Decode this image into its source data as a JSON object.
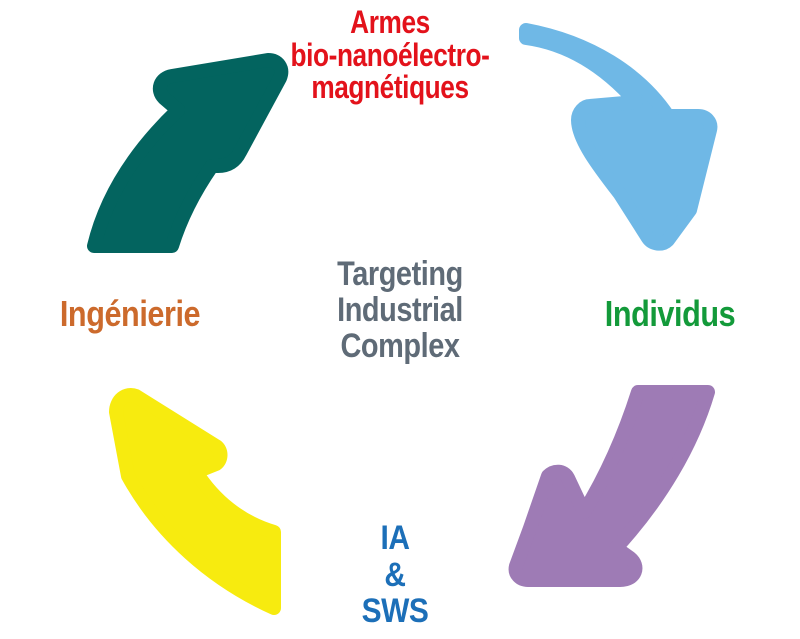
{
  "diagram": {
    "center": {
      "lines": [
        "Targeting",
        "Industrial",
        "Complex"
      ],
      "color": "#5f6b77"
    },
    "nodes": {
      "top": {
        "lines": [
          "Armes",
          "bio-nanoélectro-",
          "magnétiques"
        ],
        "color": "#e3121b"
      },
      "right": {
        "lines": [
          "Individus"
        ],
        "color": "#139a3a"
      },
      "bottom": {
        "lines": [
          "IA",
          "&",
          "SWS"
        ],
        "color": "#1c6fb8"
      },
      "left": {
        "lines": [
          "Ingénierie"
        ],
        "color": "#cc6a2c"
      }
    },
    "arrows": {
      "top_right": {
        "color": "#6fb8e6",
        "icon": "curved-arrow-clockwise-icon"
      },
      "bottom_right": {
        "color": "#9e7bb5",
        "icon": "curved-arrow-clockwise-icon"
      },
      "bottom_left": {
        "color": "#f7eb0f",
        "icon": "curved-arrow-clockwise-icon"
      },
      "top_left": {
        "color": "#03645f",
        "icon": "curved-arrow-clockwise-icon"
      }
    }
  }
}
